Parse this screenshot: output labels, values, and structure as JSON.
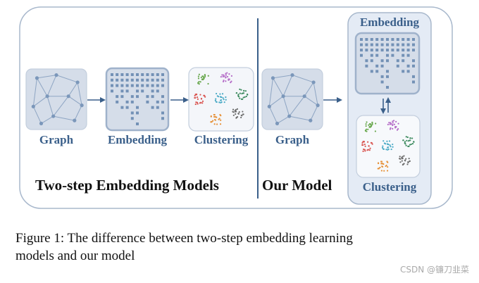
{
  "diagram": {
    "left_panel": {
      "graph_label": "Graph",
      "embedding_label": "Embedding",
      "clustering_label": "Clustering",
      "title": "Two-step Embedding Models"
    },
    "right_panel": {
      "graph_label": "Graph",
      "embedding_label": "Embedding",
      "clustering_label": "Clustering",
      "title": "Our Model"
    },
    "colors": {
      "frame": "#a8b8cc",
      "box_fill": "#d5dde9",
      "box_stroke": "#c3cedd",
      "node": "#7b97ba",
      "edge": "#8ea5c3",
      "arrow": "#3a5f8a",
      "divider": "#3a5f8a",
      "label": "#3a5f8a",
      "highlight_fill": "#e4ebf5"
    },
    "icons": [
      "graph-icon",
      "embedding-matrix-icon",
      "clusters-icon",
      "arrow-right-icon",
      "double-arrow-icon"
    ]
  },
  "caption": {
    "line1": "Figure 1:  The difference between two-step embedding learning",
    "line2": "models and our model"
  },
  "watermark": "CSDN @镰刀韭菜"
}
